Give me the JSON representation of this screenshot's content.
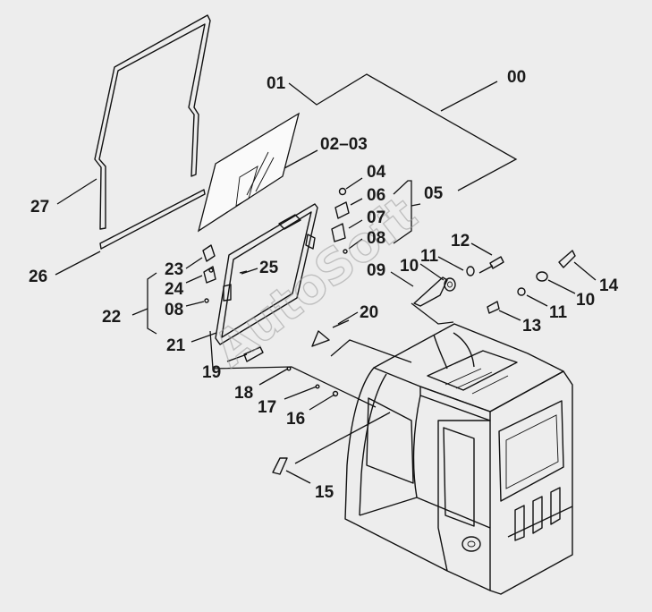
{
  "watermark": "AutoSoft",
  "labels": {
    "p00": "00",
    "p01": "01",
    "p0203": "02–03",
    "p04": "04",
    "p05": "05",
    "p06": "06",
    "p07": "07",
    "p08a": "08",
    "p08b": "08",
    "p09": "09",
    "p10a": "10",
    "p10b": "10",
    "p11a": "11",
    "p11b": "11",
    "p12": "12",
    "p13": "13",
    "p14": "14",
    "p15": "15",
    "p16": "16",
    "p17": "17",
    "p18": "18",
    "p19": "19",
    "p20": "20",
    "p21": "21",
    "p22": "22",
    "p23": "23",
    "p24": "24",
    "p25": "25",
    "p26": "26",
    "p27": "27"
  }
}
